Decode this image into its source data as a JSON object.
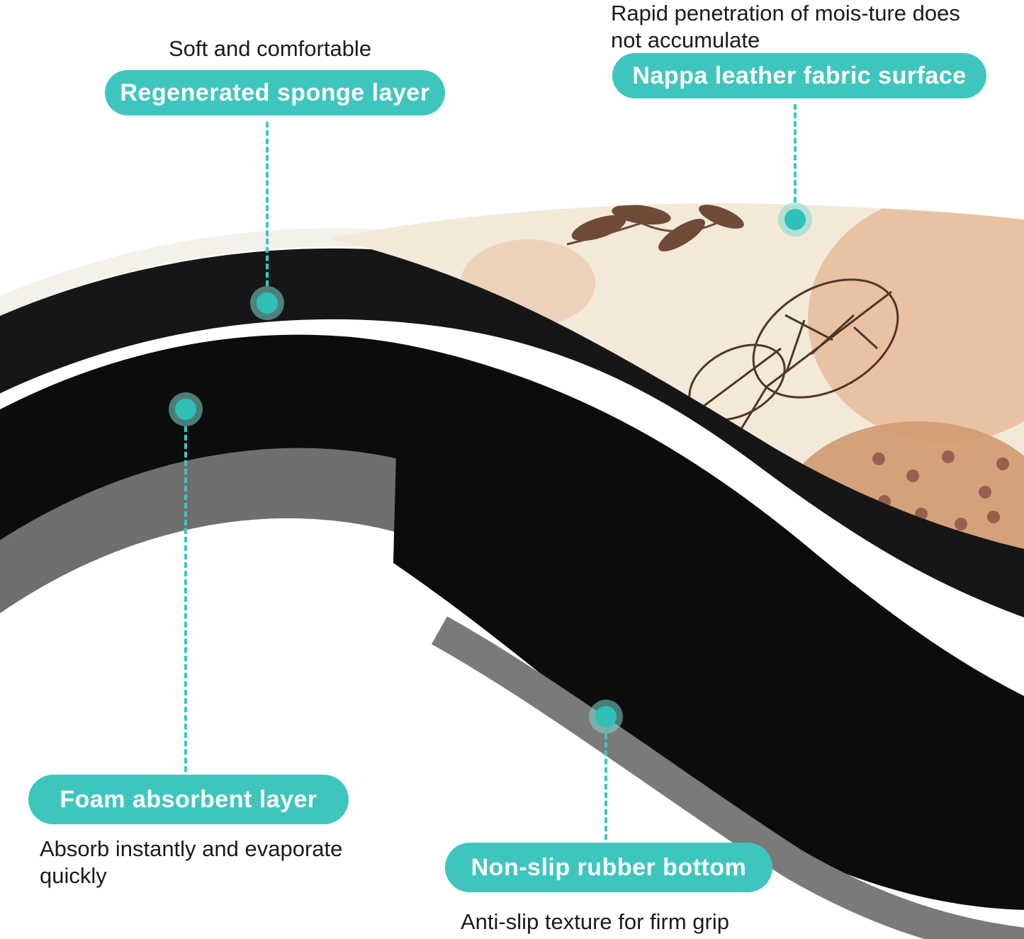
{
  "colors": {
    "accent_teal": "#3EC6BE",
    "dot_teal": "#2FC0B8",
    "dot_halo": "rgba(127,216,209,0.55)",
    "text_dark": "#1b1b1b",
    "pill_text": "#ffffff",
    "mat_black": "#161616",
    "mat_black_deep": "#0c0c0c",
    "mat_gray": "#6f6f6f",
    "mat_white_sheet": "#f4f1ea",
    "surface_beige": "#f2e9d8",
    "blob_tan": "#e7bb9b",
    "blob_terracotta": "#d09b72",
    "leaf_dark": "#6f4a36",
    "leaf_outline": "#503626"
  },
  "callouts": {
    "sponge": {
      "caption": "Soft and comfortable",
      "label": "Regenerated sponge layer"
    },
    "fabric": {
      "caption": "Rapid penetration of mois-ture does not accumulate",
      "label": "Nappa leather fabric surface"
    },
    "foam": {
      "label": "Foam absorbent layer",
      "caption": "Absorb instantly and evaporate quickly"
    },
    "rubber": {
      "label": "Non-slip rubber bottom",
      "caption": "Anti-slip texture for firm grip"
    }
  }
}
